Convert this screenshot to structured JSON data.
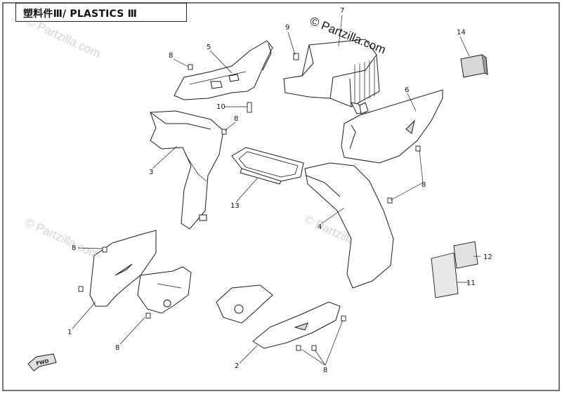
{
  "title": "塑料件Ⅲ/ PLASTICS Ⅲ",
  "watermark": {
    "prominent": "© Partzilla.com",
    "faint": "© Partzilla.com"
  },
  "fwd_label": "FWD",
  "callouts": {
    "c1": "1",
    "c2": "2",
    "c3": "3",
    "c4": "4",
    "c5": "5",
    "c6": "6",
    "c7": "7",
    "c8a": "8",
    "c8b": "8",
    "c8c": "8",
    "c8d": "8",
    "c8e": "8",
    "c8f": "8",
    "c9": "9",
    "c10": "10",
    "c11": "11",
    "c12": "12",
    "c13": "13",
    "c14": "14"
  },
  "colors": {
    "line": "#1a1a1a",
    "shade": "#d8d8d8",
    "watermark": "#a8a8a8"
  }
}
